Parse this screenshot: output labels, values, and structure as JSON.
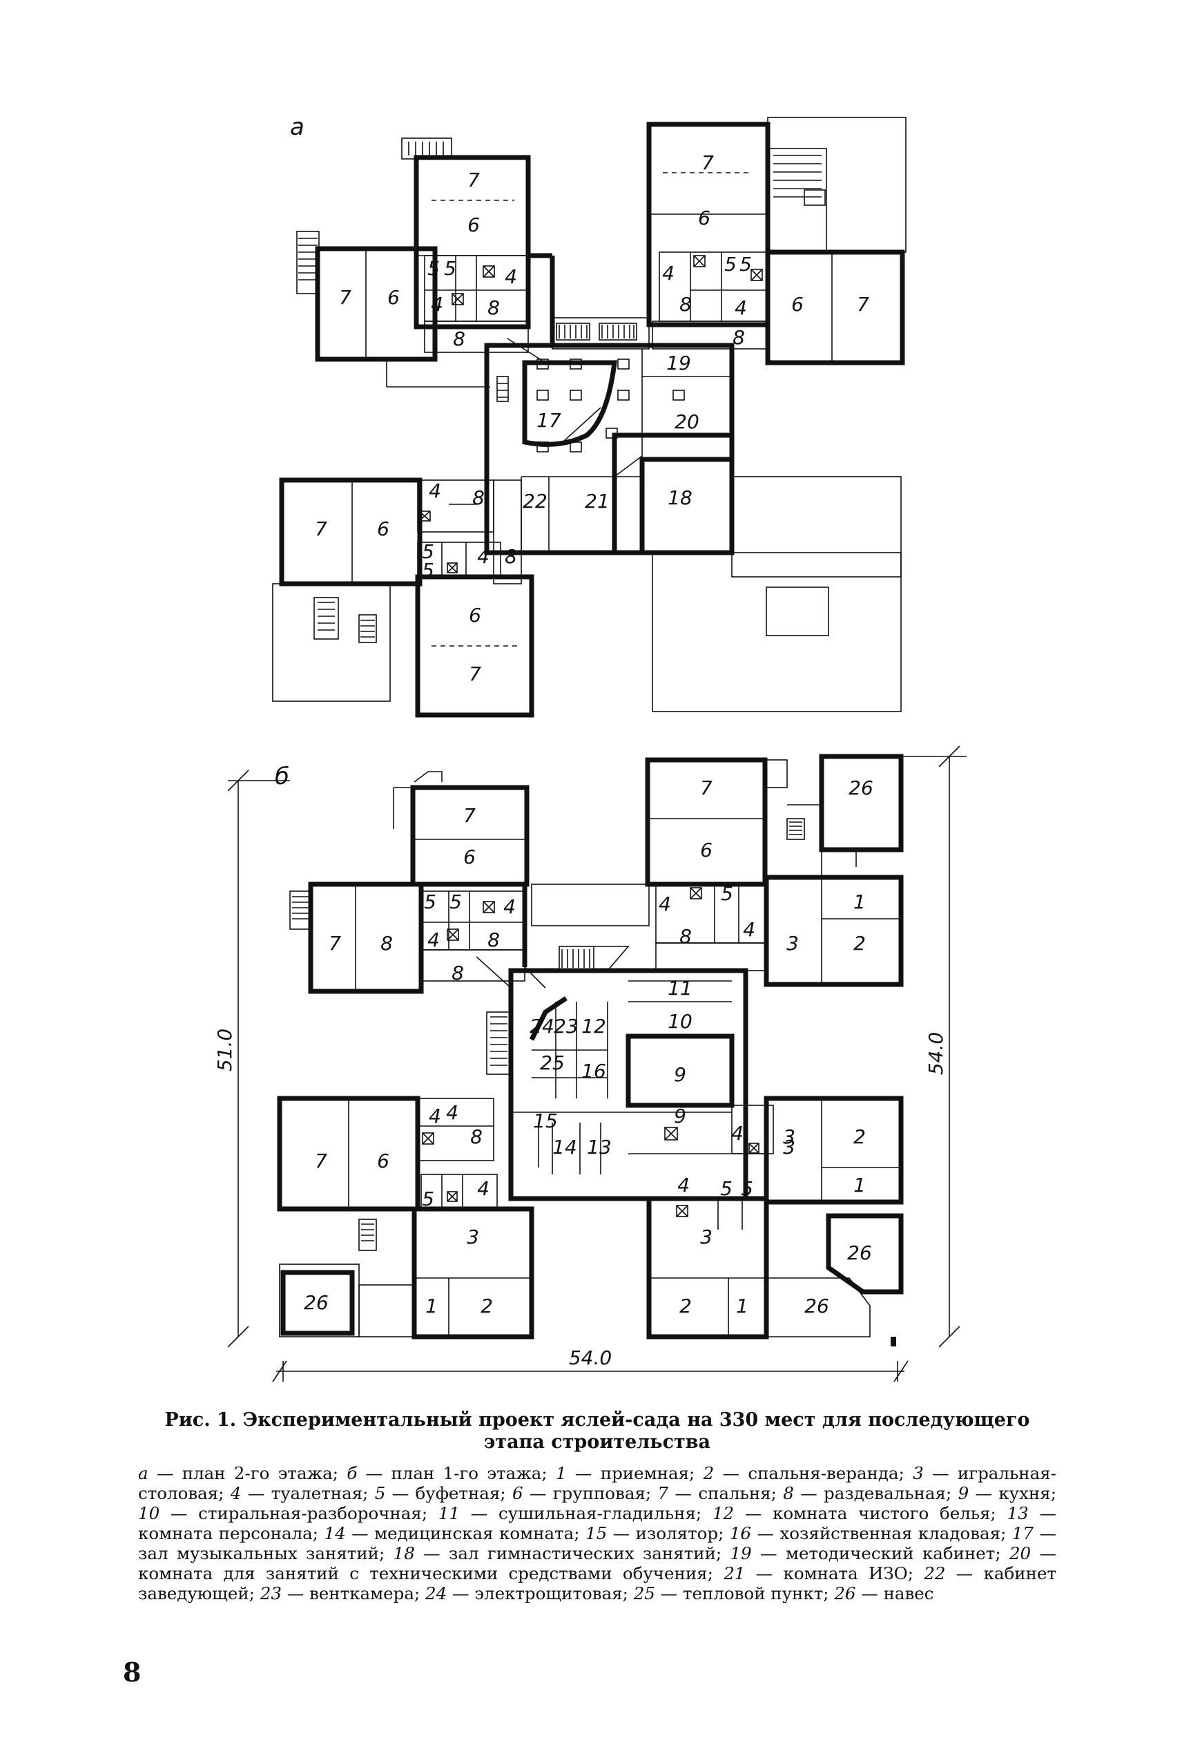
{
  "figure": {
    "panel_a": {
      "label": "а",
      "room_labels": [
        "7",
        "6",
        "7",
        "6",
        "5",
        "5",
        "4",
        "4",
        "8",
        "8",
        "7",
        "6",
        "4",
        "5",
        "5",
        "8",
        "4",
        "6",
        "7",
        "8",
        "19",
        "17",
        "20",
        "22",
        "21",
        "18",
        "7",
        "6",
        "4",
        "8",
        "5",
        "4",
        "8",
        "5",
        "6",
        "7"
      ]
    },
    "panel_b": {
      "label": "б",
      "dim_width": "54.0",
      "dim_left": "51.0",
      "dim_right": "54.0",
      "room_labels": [
        "7",
        "6",
        "7",
        "6",
        "26",
        "5",
        "5",
        "4",
        "5",
        "1",
        "7",
        "8",
        "4",
        "8",
        "4",
        "8",
        "4",
        "3",
        "2",
        "8",
        "11",
        "10",
        "24",
        "23",
        "12",
        "25",
        "16",
        "9",
        "4",
        "8",
        "15",
        "14",
        "13",
        "9",
        "4",
        "3",
        "2",
        "7",
        "6",
        "4",
        "1",
        "5",
        "4",
        "4",
        "5",
        "5",
        "3",
        "26",
        "3",
        "3",
        "26",
        "1",
        "2",
        "2",
        "1",
        "26"
      ]
    }
  },
  "caption": {
    "title": "Рис. 1. Экспериментальный проект яслей-сада на 330 мест для последующего этапа строительства",
    "legend": [
      {
        "key": "а",
        "text": "план 2-го этажа;"
      },
      {
        "key": "б",
        "text": "план 1-го этажа;"
      },
      {
        "key": "1",
        "text": "приемная;"
      },
      {
        "key": "2",
        "text": "спальня-веранда;"
      },
      {
        "key": "3",
        "text": "игральная-столовая;"
      },
      {
        "key": "4",
        "text": "туалетная;"
      },
      {
        "key": "5",
        "text": "буфетная;"
      },
      {
        "key": "6",
        "text": "групповая;"
      },
      {
        "key": "7",
        "text": "спальня;"
      },
      {
        "key": "8",
        "text": "раздевальная;"
      },
      {
        "key": "9",
        "text": "кухня;"
      },
      {
        "key": "10",
        "text": "стиральная-разборочная;"
      },
      {
        "key": "11",
        "text": "сушильная-гладильня;"
      },
      {
        "key": "12",
        "text": "комната чистого белья;"
      },
      {
        "key": "13",
        "text": "комната персонала;"
      },
      {
        "key": "14",
        "text": "медицинская комната;"
      },
      {
        "key": "15",
        "text": "изолятор;"
      },
      {
        "key": "16",
        "text": "хозяйственная кладовая;"
      },
      {
        "key": "17",
        "text": "зал музыкальных занятий;"
      },
      {
        "key": "18",
        "text": "зал гимнастических занятий;"
      },
      {
        "key": "19",
        "text": "методический кабинет;"
      },
      {
        "key": "20",
        "text": "комната для занятий с техническими средствами обучения;"
      },
      {
        "key": "21",
        "text": "комната ИЗО;"
      },
      {
        "key": "22",
        "text": "кабинет заведующей;"
      },
      {
        "key": "23",
        "text": "венткамера;"
      },
      {
        "key": "24",
        "text": "электрощитовая;"
      },
      {
        "key": "25",
        "text": "тепловой пункт;"
      },
      {
        "key": "26",
        "text": "навес"
      }
    ]
  },
  "page_number": "8"
}
